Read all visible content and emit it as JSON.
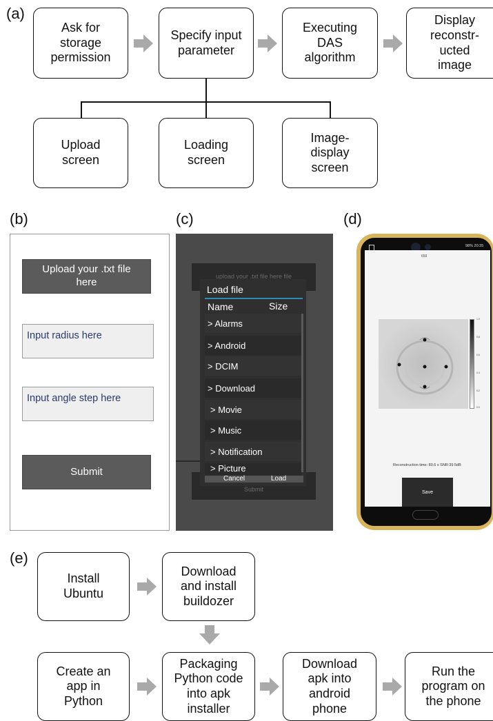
{
  "panels": {
    "a": "(a)",
    "b": "(b)",
    "c": "(c)",
    "d": "(d)",
    "e": "(e)"
  },
  "panel_a": {
    "steps": [
      "Ask for\nstorage\npermission",
      "Specify input\nparameter",
      "Executing\nDAS\nalgorithm",
      "Display\nreconstr-\nucted\nimage"
    ],
    "screens": [
      "Upload\nscreen",
      "Loading\nscreen",
      "Image-\ndisplay\nscreen"
    ]
  },
  "panel_b": {
    "upload_button": "Upload your .txt file\nhere",
    "radius_placeholder": "Input radius here",
    "angle_placeholder": "Input angle step here",
    "submit_button": "Submit"
  },
  "panel_c": {
    "background_upload_text": "upload your .txt file here file",
    "dialog_title": "Load file",
    "col_name": "Name",
    "col_size": "Size",
    "items": [
      "> Alarms",
      "> Android",
      "> DCIM",
      "> Download",
      "> Movie",
      "> Music",
      "> Notification",
      "> Picture"
    ],
    "cancel": "Cancel",
    "load": "Load",
    "background_submit_text": "Submit"
  },
  "panel_d": {
    "status_right": "98% 20:35",
    "image_caption": "659",
    "recon_text": "Reconstruction time: 80.6 s SNR:39.5dB",
    "save_button": "Save",
    "colorbar_ticks": [
      "1.0",
      "0.8",
      "0.6",
      "0.4",
      "0.2",
      "0.0"
    ]
  },
  "panel_e": {
    "top_row": [
      "Install\nUbuntu",
      "Download\nand install\nbuildozer"
    ],
    "bottom_row": [
      "Create an\napp in\nPython",
      "Packaging\nPython code\ninto apk\ninstaller",
      "Download\napk into\nandroid\nphone",
      "Run the\nprogram on\nthe phone"
    ]
  },
  "colors": {
    "arrow": "#a9a9a9",
    "button_dark": "#5b5b5b",
    "input_bg": "#efefef",
    "phone_frame": "#d8b45a",
    "dialog_accent": "#2e8bb3"
  }
}
